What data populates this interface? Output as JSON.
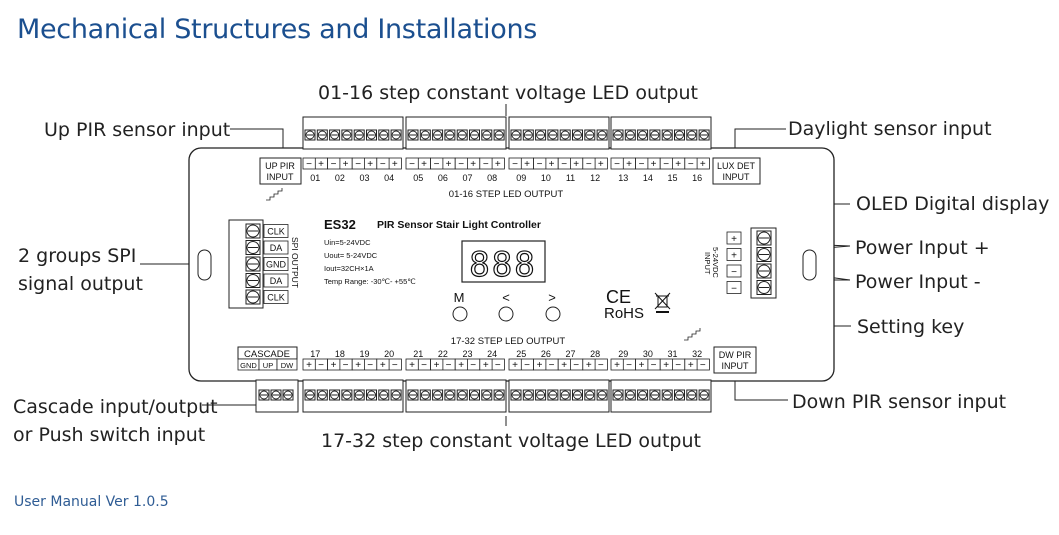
{
  "page_title": "Mechanical Structures and Installations",
  "footer": "User Manual Ver 1.0.5",
  "callouts": {
    "top_output": "01-16 step constant voltage LED output",
    "bottom_output": "17-32 step constant voltage LED output",
    "up_pir": "Up PIR sensor input",
    "spi_line1": "2 groups SPI",
    "spi_line2": "signal output",
    "cascade_line1": "Cascade input/output",
    "cascade_line2": "or Push switch input",
    "daylight": "Daylight sensor input",
    "oled": "OLED Digital display",
    "power_plus": "Power Input +",
    "power_minus": "Power Input -",
    "setting_key": "Setting key",
    "down_pir": "Down PIR sensor input"
  },
  "device": {
    "model": "ES32",
    "name": "PIR Sensor Stair Light Controller",
    "specs": [
      "Uin=5-24VDC",
      "Uout= 5-24VDC",
      "Iout=32CH×1A",
      "Temp Range: -30℃- +55℃"
    ],
    "display": "888",
    "keys": [
      "M",
      "<",
      ">"
    ],
    "ce_mark": "CE",
    "rohs_mark": "RoHS",
    "up_pir_label": [
      "UP PIR",
      "INPUT"
    ],
    "lux_label": [
      "LUX DET",
      "INPUT"
    ],
    "dw_pir_label": [
      "DW PIR",
      "INPUT"
    ],
    "cascade_label": "CASCADE",
    "cascade_pins": [
      "GND",
      "UP",
      "DW"
    ],
    "spi_pins": [
      "CLK",
      "DA",
      "GND",
      "DA",
      "CLK"
    ],
    "spi_title": "SPI OUTPUT",
    "power_label": [
      "INPUT",
      "5-24VDC"
    ],
    "power_pins": [
      "+",
      "+",
      "−",
      "−"
    ],
    "top_step_title": "01-16 STEP LED OUTPUT",
    "bottom_step_title": "17-32 STEP LED OUTPUT",
    "top_channels": [
      "01",
      "02",
      "03",
      "04",
      "05",
      "06",
      "07",
      "08",
      "09",
      "10",
      "11",
      "12",
      "13",
      "14",
      "15",
      "16"
    ],
    "bottom_channels": [
      "17",
      "18",
      "19",
      "20",
      "21",
      "22",
      "23",
      "24",
      "25",
      "26",
      "27",
      "28",
      "29",
      "30",
      "31",
      "32"
    ],
    "polarity_top": [
      "−",
      "+"
    ],
    "polarity_bottom": [
      "+",
      "−"
    ]
  }
}
